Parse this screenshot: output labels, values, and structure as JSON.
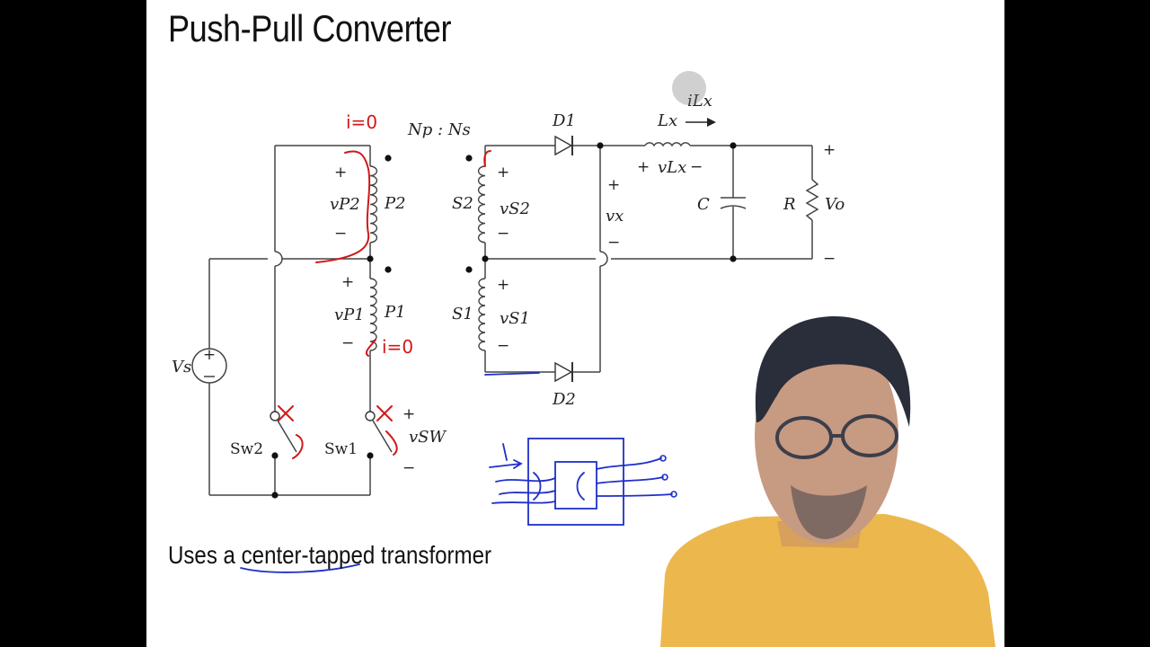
{
  "slide": {
    "title": "Push-Pull Converter",
    "caption": "Uses a center-tapped transformer"
  },
  "circuit": {
    "ratio": "Np : Ns",
    "primary_top": "P2",
    "primary_bottom": "P1",
    "secondary_top": "S2",
    "secondary_bottom": "S1",
    "vp2": "vP2",
    "vp1": "vP1",
    "vs2": "vS2",
    "vs1": "vS1",
    "diode_top": "D1",
    "diode_bottom": "D2",
    "inductor": "Lx",
    "inductor_current": "iLx",
    "inductor_voltage": "vLx",
    "vx": "vx",
    "capacitor": "C",
    "resistor": "R",
    "vout": "Vo",
    "source": "Vs",
    "switch_left": "Sw2",
    "switch_right": "Sw1",
    "vsw": "vSW"
  },
  "annotations": {
    "top_current": "i=0",
    "bottom_current": "i=0",
    "ink_red": "#d01818",
    "ink_blue": "#1f2fc8"
  }
}
